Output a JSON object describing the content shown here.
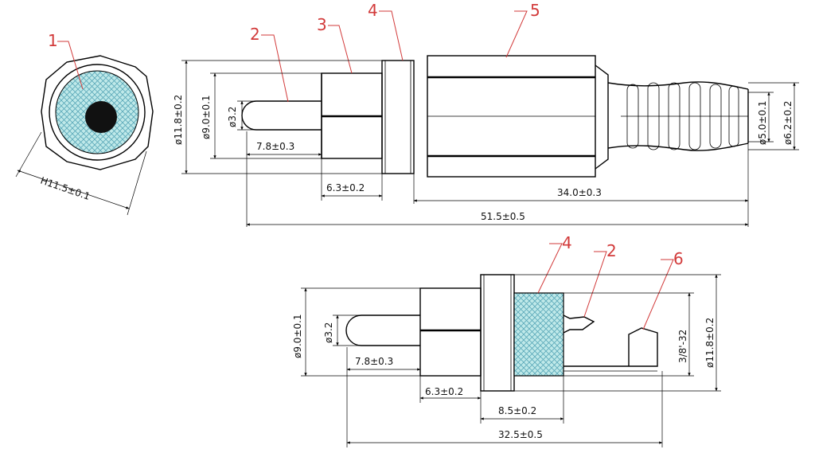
{
  "callouts": {
    "c1": "1",
    "c2": "2",
    "c3": "3",
    "c4": "4",
    "c5": "5",
    "c4b": "4",
    "c2b": "2",
    "c6": "6"
  },
  "dimensions": {
    "hex_width": "H11.5±0.1",
    "top_dia_outer": "ø11.8±0.2",
    "top_dia_pin_base": "ø9.0±0.1",
    "top_dia_pin": "ø3.2",
    "top_pin_len": "7.8±0.3",
    "top_nut_len": "6.3±0.2",
    "top_body_len": "34.0±0.3",
    "top_total_len": "51.5±0.5",
    "top_cable_dia": "ø5.0±0.1",
    "top_cable_outer": "ø6.2±0.2",
    "bot_dia_pin_base": "ø9.0±0.1",
    "bot_dia_pin": "ø3.2",
    "bot_pin_len": "7.8±0.3",
    "bot_nut_len": "6.3±0.2",
    "bot_thread_len": "8.5±0.2",
    "bot_total_len": "32.5±0.5",
    "bot_thread": "3/8'-32",
    "bot_dia_outer": "ø11.8±0.2"
  },
  "colors": {
    "hatch_fill": "#bfe9e9",
    "hatch_line": "#5aa8b8",
    "callout": "#d23a3a"
  }
}
